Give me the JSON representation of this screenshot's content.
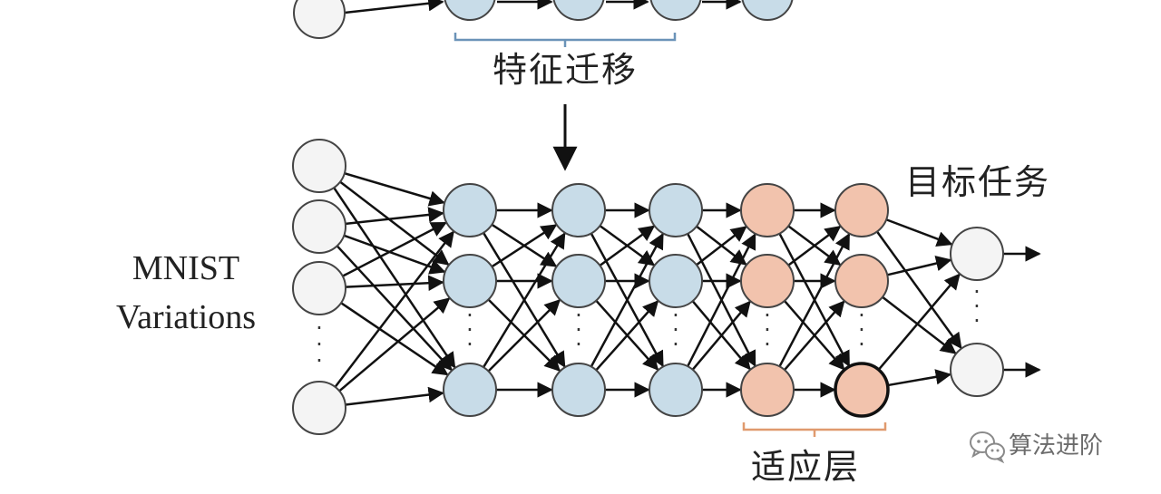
{
  "labels": {
    "feature_transfer": "特征迁移",
    "target_task": "目标任务",
    "source_dataset_line1": "MNIST",
    "source_dataset_line2": "Variations",
    "adaptation_layer": "适应层"
  },
  "watermark": {
    "text": "算法进阶",
    "icon": "wechat-icon"
  },
  "colors": {
    "input_node": "#f4f4f4",
    "hidden_node": "#c8dce8",
    "adaptation_node": "#f2c3ad",
    "output_node": "#f4f4f4",
    "node_stroke": "#444444",
    "edge": "#111111",
    "bracket_blue": "#6b93b8",
    "bracket_orange": "#e09a6e"
  }
}
